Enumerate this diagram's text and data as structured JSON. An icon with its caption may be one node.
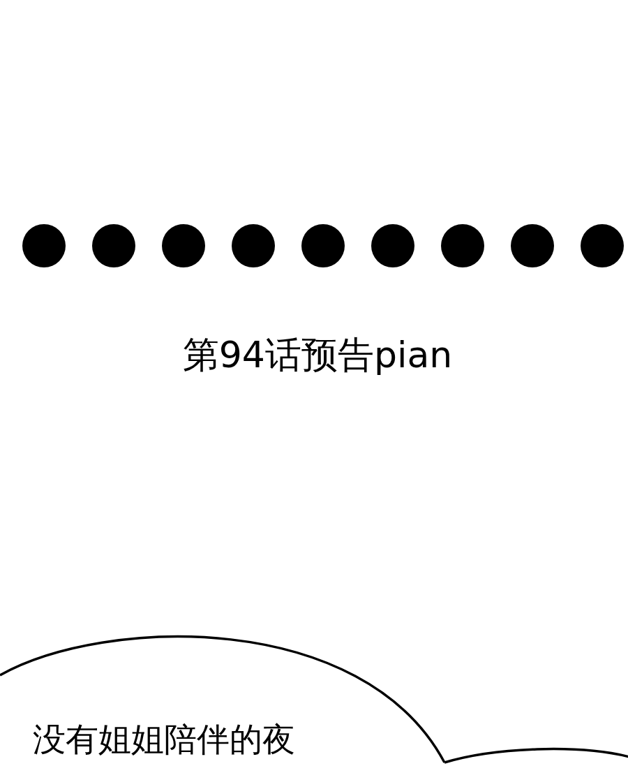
{
  "diagram": {
    "title": "第94话预告pian",
    "nodes": [
      {
        "text": [
          "没有姐姐陪伴的夜"
        ]
      },
      {
        "text": [],
        "shape": "bubble"
      }
    ]
  }
}
